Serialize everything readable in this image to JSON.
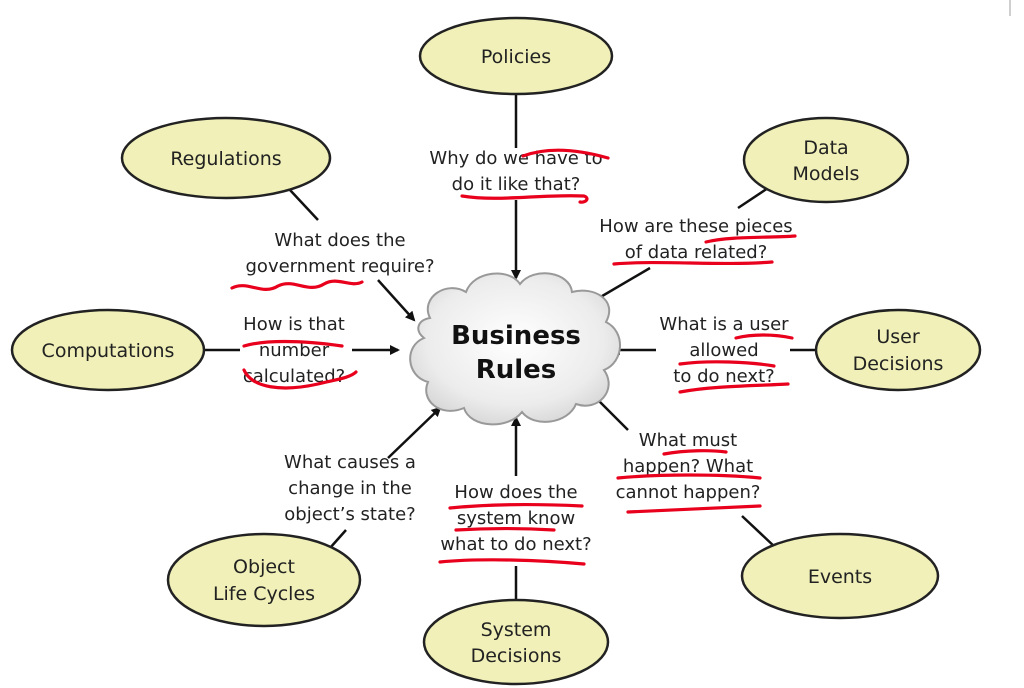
{
  "center": {
    "line1": "Business",
    "line2": "Rules"
  },
  "nodes": {
    "policies": [
      "Policies"
    ],
    "regulations": [
      "Regulations"
    ],
    "data_models": [
      "Data",
      "Models"
    ],
    "computations": [
      "Computations"
    ],
    "user_decisions": [
      "User",
      "Decisions"
    ],
    "object_life_cycles": [
      "Object",
      "Life Cycles"
    ],
    "system_decisions": [
      "System",
      "Decisions"
    ],
    "events": [
      "Events"
    ]
  },
  "questions": {
    "policies": [
      "Why do we have to",
      "do it like that?"
    ],
    "regulations": [
      "What does the",
      "government require?"
    ],
    "data_models": [
      "How are these pieces",
      "of data related?"
    ],
    "computations": [
      "How is that",
      "number",
      "calculated?"
    ],
    "user_decisions": [
      "What is a user",
      "allowed",
      "to do next?"
    ],
    "object_life_cycles": [
      "What causes a",
      "change in the",
      "object’s state?"
    ],
    "system_decisions": [
      "How does the",
      "system know",
      "what to do next?"
    ],
    "events": [
      "What must",
      "happen? What",
      "cannot happen?"
    ]
  },
  "colors": {
    "node_fill": "#f0f0b8",
    "annotation": "#e8001c",
    "cloud": "#e6e6e6"
  }
}
